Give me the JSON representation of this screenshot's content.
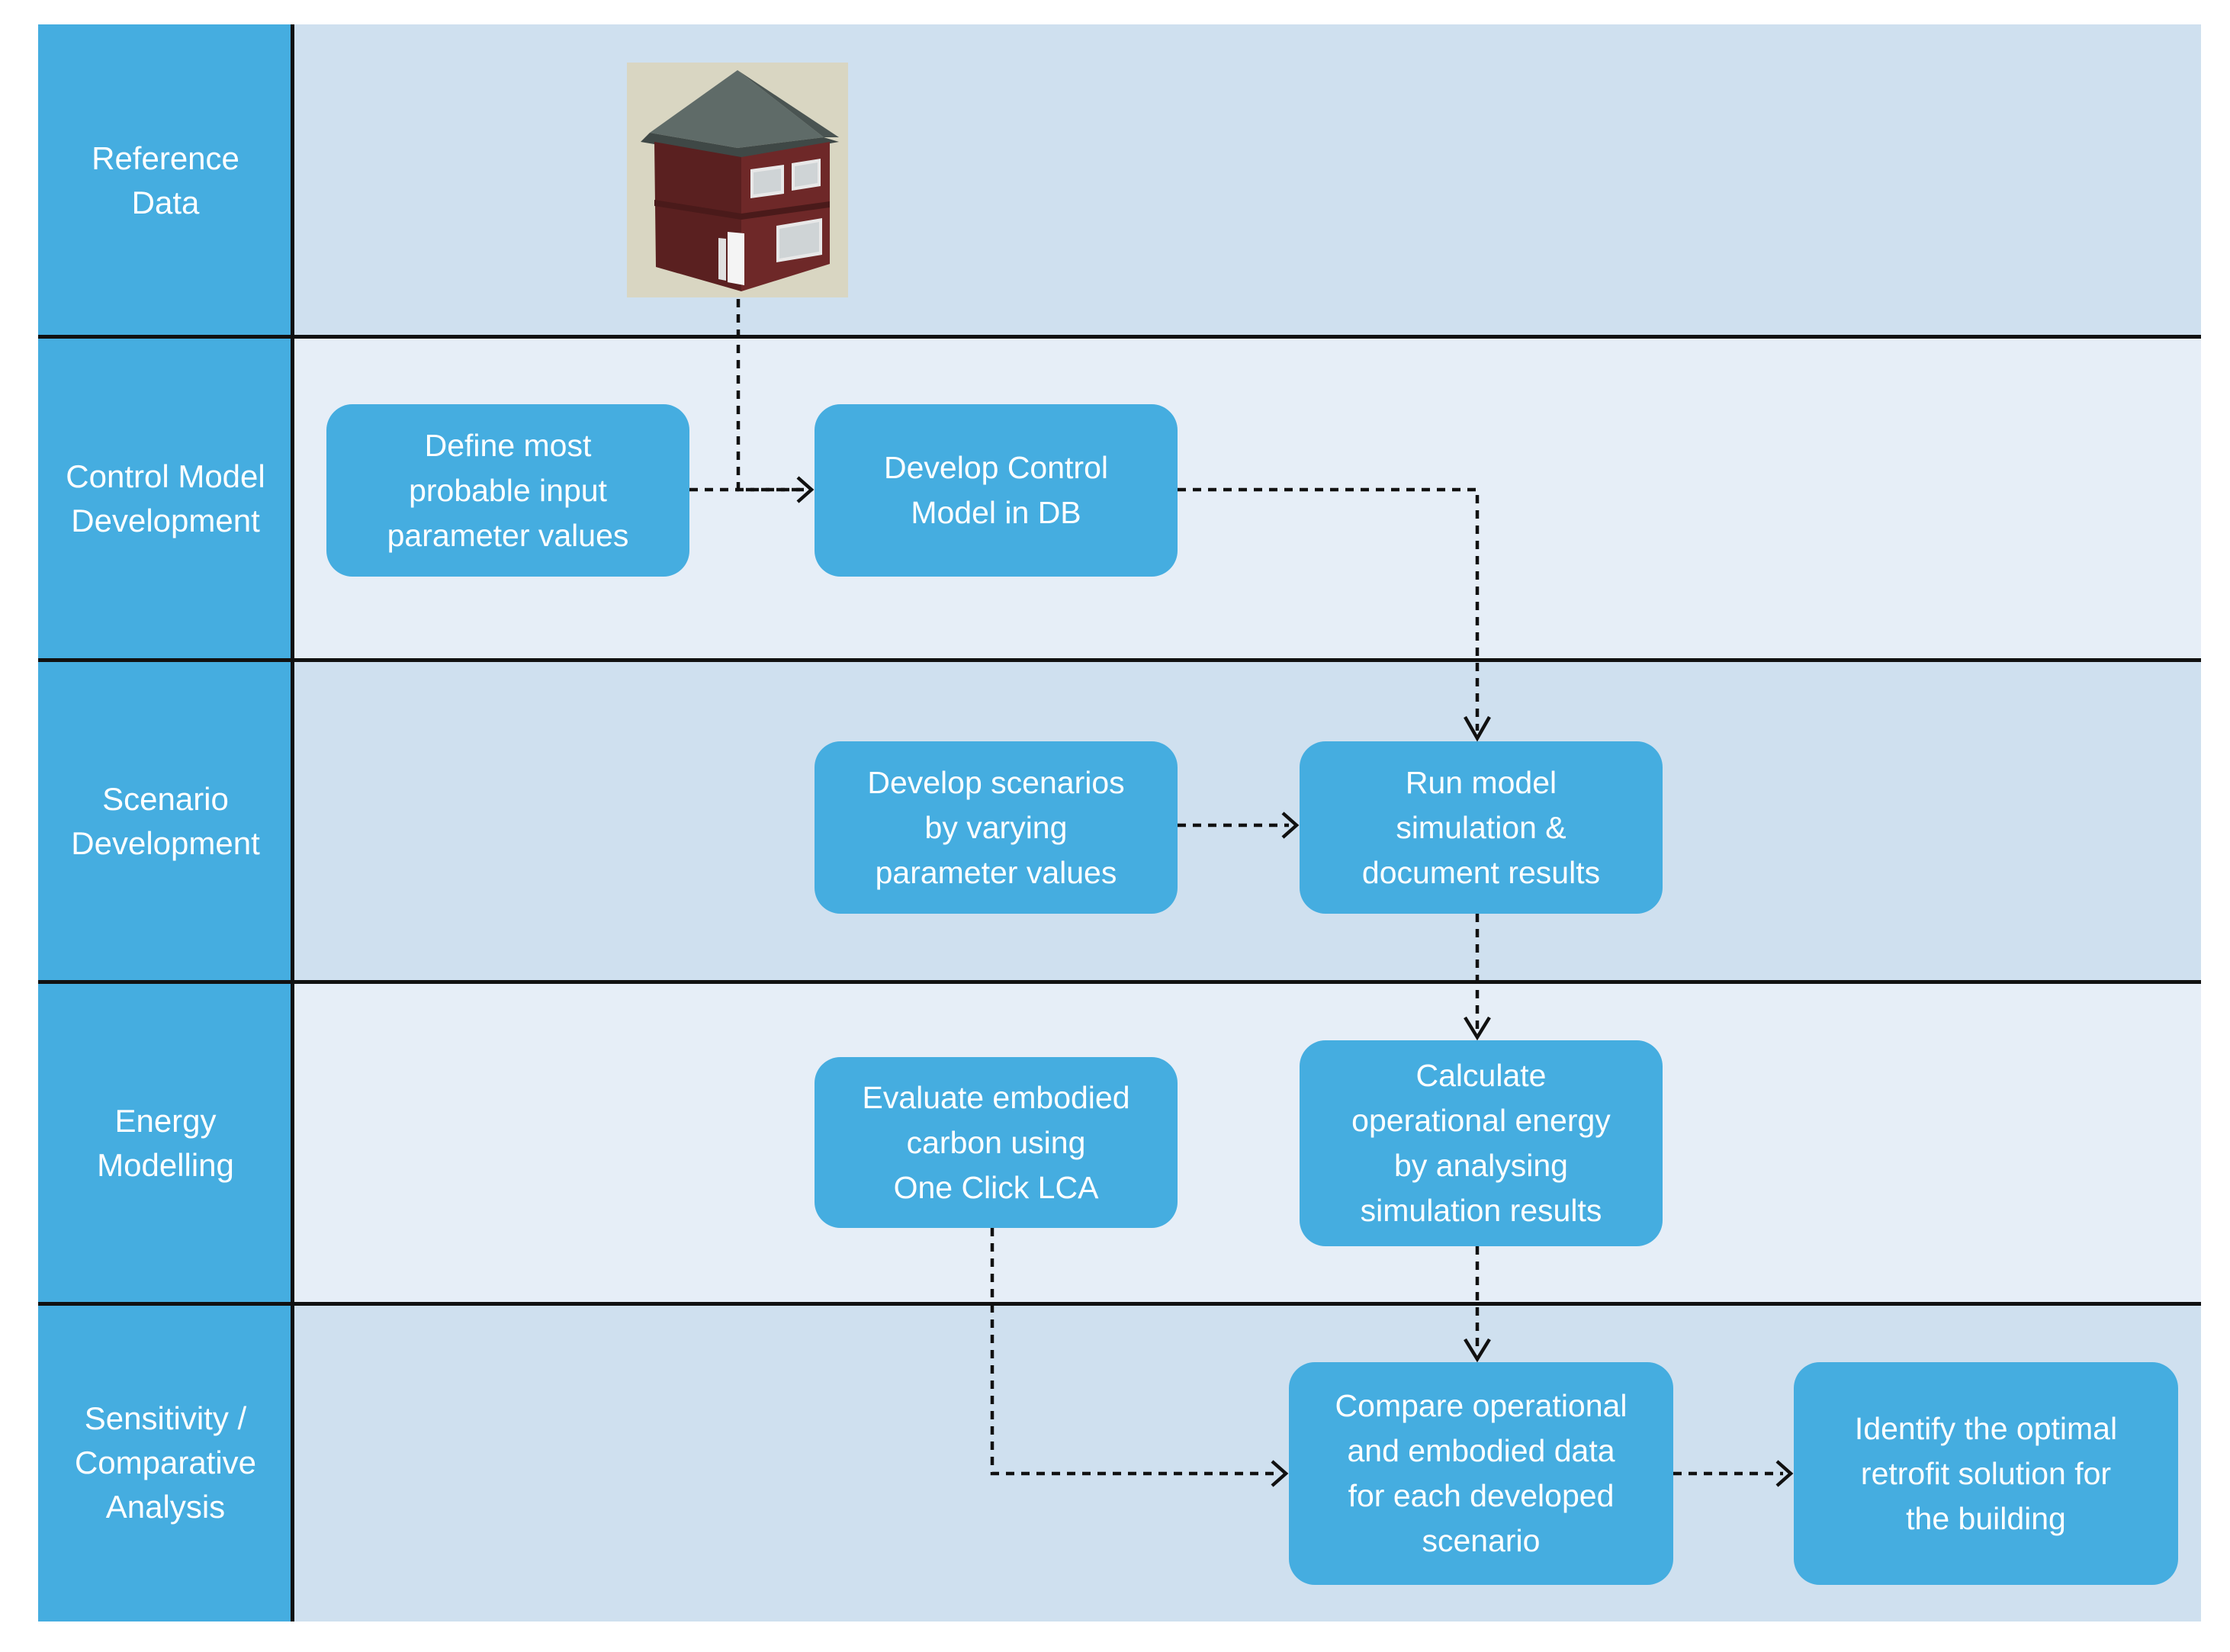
{
  "lanes": [
    {
      "label": "Reference\nData"
    },
    {
      "label": "Control Model\nDevelopment"
    },
    {
      "label": "Scenario\nDevelopment"
    },
    {
      "label": "Energy\nModelling"
    },
    {
      "label": "Sensitivity /\nComparative\nAnalysis"
    }
  ],
  "boxes": {
    "define_params": "Define most\nprobable input\nparameter values",
    "develop_control": "Develop Control\nModel in DB",
    "develop_scenarios": "Develop scenarios\nby varying\nparameter values",
    "run_simulation": "Run model\nsimulation &\ndocument results",
    "evaluate_embodied": "Evaluate embodied\ncarbon using\nOne Click LCA",
    "calculate_operational": "Calculate\noperational energy\nby analysing\nsimulation results",
    "compare_data": "Compare operational\nand embodied data\nfor each developed\nscenario",
    "identify_optimal": "Identify the optimal\nretrofit solution for\nthe building"
  },
  "colors": {
    "accent": "#45ade0",
    "lane_dark": "#cfe0ef",
    "lane_light": "#e6eef7",
    "line": "#111111"
  },
  "icons": {
    "reference": "house-model-image"
  }
}
